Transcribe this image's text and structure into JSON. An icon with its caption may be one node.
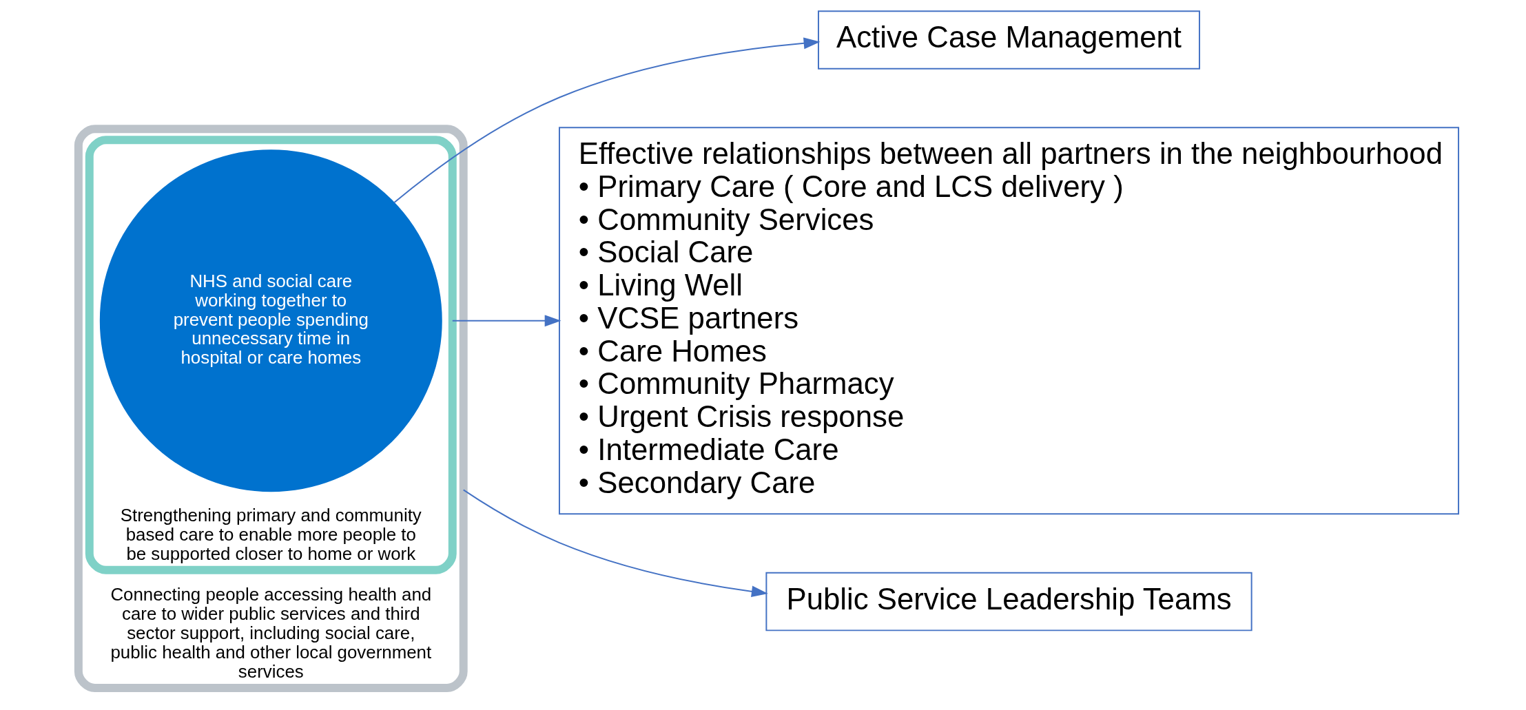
{
  "diagram": {
    "nodes": [
      {
        "text": [
          "Connecting people accessing health and care to wider public services and third sector support, including social care, public health and other local government services"
        ]
      },
      {
        "text": [
          "Strengthening primary and community based care to enable more people to be supported closer to home or work"
        ],
        "in": 0
      },
      {
        "text": [
          "NHS and social care working together to prevent people spending unnecessary time in hospital or care homes"
        ],
        "in": 1
      },
      {
        "text": [
          "Active Case Management"
        ]
      },
      {
        "text": [
          "Effective relationships between all partners in the neighbourhood",
          "• Primary Care ( Core and LCS delivery )",
          "• Community Services",
          "• Social Care",
          "• Living Well",
          "• VCSE partners",
          "• Care Homes",
          "• Community Pharmacy",
          "• Urgent Crisis response",
          "• Intermediate Care",
          "• Secondary Care"
        ]
      },
      {
        "text": [
          "Public Service Leadership Teams"
        ]
      }
    ],
    "edges": [
      {
        "from": 2,
        "to": 3,
        "arrow": "to"
      },
      {
        "from": 1,
        "to": 4,
        "arrow": "to"
      },
      {
        "from": 0,
        "to": 5,
        "arrow": "to"
      }
    ]
  }
}
